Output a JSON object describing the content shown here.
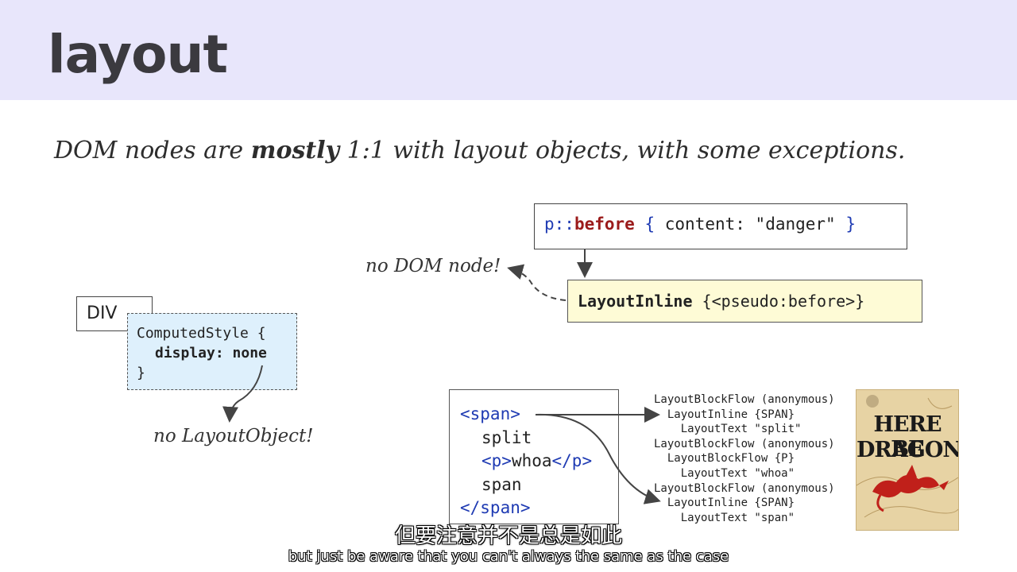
{
  "slide": {
    "title": "layout",
    "subtitle_part1": "DOM nodes are ",
    "subtitle_bold": "mostly",
    "subtitle_part2": " 1:1 with layout objects, with some exceptions."
  },
  "pseudo_example": {
    "selector_p": "p",
    "selector_sep": "::",
    "selector_before": "before",
    "open_brace": "{",
    "declaration": " content: \"danger\" ",
    "close_brace": "}",
    "layout_inline_name": "LayoutInline",
    "layout_inline_detail": " {<pseudo:before>}",
    "no_dom_node": "no DOM node!"
  },
  "display_none_example": {
    "div_label": "DIV",
    "computed_style_line1": "ComputedStyle {",
    "computed_style_line2": "display: none",
    "computed_style_line3": "}",
    "no_layout_object": "no LayoutObject!"
  },
  "span_example": {
    "line1": "<span>",
    "line2": "split",
    "line3_open": "<p>",
    "line3_text": "whoa",
    "line3_close": "</p>",
    "line4": "span",
    "line5": "</span>",
    "tree": [
      "LayoutBlockFlow (anonymous)",
      "  LayoutInline {SPAN}",
      "    LayoutText \"split\"",
      "LayoutBlockFlow (anonymous)",
      "  LayoutBlockFlow {P}",
      "    LayoutText \"whoa\"",
      "LayoutBlockFlow (anonymous)",
      "  LayoutInline {SPAN}",
      "    LayoutText \"span\""
    ]
  },
  "image": {
    "line1": "HERE BE",
    "line2": "DRAGONS"
  },
  "subtitles": {
    "chinese": "但要注意并不是总是如此",
    "english": "but just be aware that you can't always the same as the case"
  },
  "colors": {
    "header_bg": "#e8e6fb",
    "keyword_blue": "#1f3bb3",
    "keyword_red": "#9b1b1b",
    "layoutinline_bg": "#fefbd6",
    "computedstyle_bg": "#def0fc"
  }
}
